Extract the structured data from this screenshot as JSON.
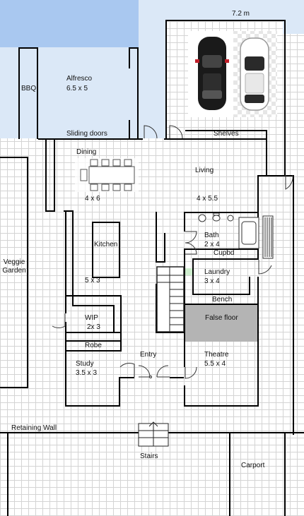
{
  "colors": {
    "outdoor": "#dbe8f7",
    "pool": "#a9c8f0",
    "false_floor": "#b4b4b4",
    "grid": "#d4d4d4",
    "wall": "#000000"
  },
  "dimension": "7.2 m",
  "rooms": {
    "bbq": "BBQ",
    "alfresco": "Alfresco",
    "alfresco_size": "6.5 x 5",
    "sliding_doors": "Sliding doors",
    "shelves": "Shelves",
    "dining": "Dining",
    "dining_size": "4 x 6",
    "living": "Living",
    "living_size": "4 x 5.5",
    "kitchen": "Kitchen",
    "kitchen_size": "5 x 3",
    "veggie_garden_line1": "Veggie",
    "veggie_garden_line2": "Garden",
    "bath": "Bath",
    "bath_size": "2 x 4",
    "cupbd": "Cupbd",
    "laundry": "Laundry",
    "laundry_size": "3 x 4",
    "bench": "Bench",
    "false_floor": "False floor",
    "wip": "WIP",
    "wip_size": "2x 3",
    "robe": "Robe",
    "study": "Study",
    "study_size": "3.5 x 3",
    "entry": "Entry",
    "theatre": "Theatre",
    "theatre_size": "5.5 x 4",
    "retaining_wall": "Retaining Wall",
    "stairs": "Stairs",
    "carport": "Carport"
  },
  "icons": [
    "black-car-icon",
    "white-car-icon",
    "dining-table-icon",
    "toilet-icon",
    "basin-icon",
    "bathtub-icon",
    "shower-rack-icon",
    "staircase-icon",
    "door-swing-icon"
  ]
}
